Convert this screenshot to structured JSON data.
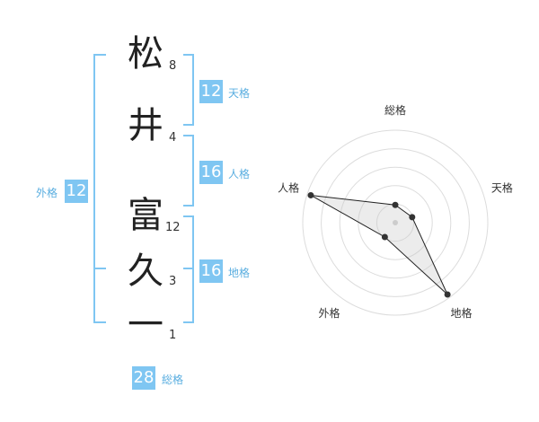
{
  "name": {
    "chars": [
      "松",
      "井",
      "富",
      "久",
      "一"
    ],
    "strokes": [
      "8",
      "4",
      "12",
      "3",
      "1"
    ]
  },
  "kakusu": {
    "tenkaku": {
      "label": "天格",
      "value": "12"
    },
    "jinkaku": {
      "label": "人格",
      "value": "16"
    },
    "chikaku": {
      "label": "地格",
      "value": "16"
    },
    "gaikaku": {
      "label": "外格",
      "value": "12"
    },
    "soukaku": {
      "label": "総格",
      "value": "28"
    }
  },
  "colors": {
    "accent": "#7fc6f2",
    "label": "#5aaee0"
  },
  "chart_data": {
    "type": "radar",
    "axes": [
      "総格",
      "天格",
      "地格",
      "外格",
      "人格"
    ],
    "values": [
      1,
      1,
      5,
      1,
      5
    ],
    "max": 5,
    "rings": 5,
    "grid": true
  }
}
